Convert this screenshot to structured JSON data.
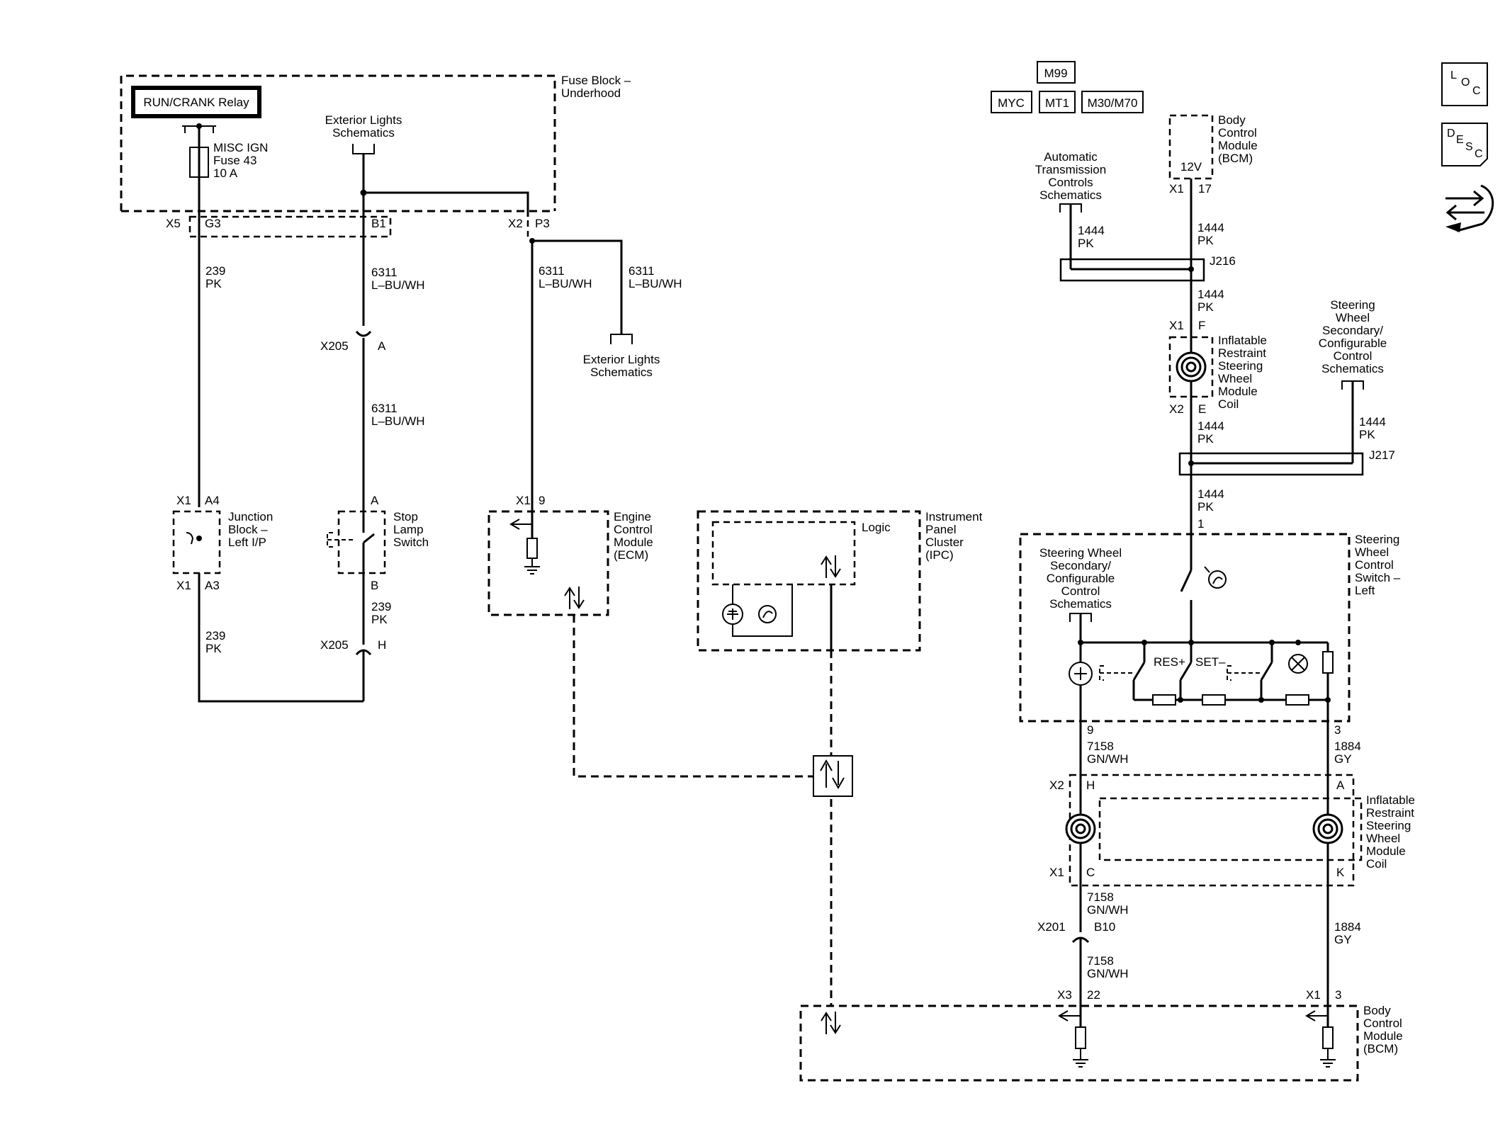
{
  "options": [
    "M99",
    "MYC",
    "MT1",
    "M30/M70"
  ],
  "legend_icons": {
    "loc": [
      "L",
      "O",
      "C"
    ],
    "desc": [
      "D",
      "E",
      "S",
      "C"
    ],
    "service_icon": "wrench-arrows-icon"
  },
  "fuse_block": {
    "title": [
      "Fuse Block –",
      "Underhood"
    ],
    "relay": "RUN/CRANK Relay",
    "fuse": [
      "MISC IGN",
      "Fuse 43",
      "10 A"
    ],
    "ext_lights_top": [
      "Exterior Lights",
      "Schematics"
    ],
    "conn_x5": "X5",
    "pin_g3": "G3",
    "pin_b1": "B1",
    "conn_x2": "X2",
    "pin_p3": "P3"
  },
  "wires": {
    "w239a": [
      "239",
      "PK"
    ],
    "w6311a": [
      "6311",
      "L–BU/WH"
    ],
    "w6311b": [
      "6311",
      "L–BU/WH"
    ],
    "w6311c": [
      "6311",
      "L–BU/WH"
    ],
    "w6311d": [
      "6311",
      "L–BU/WH"
    ],
    "w239b": [
      "239",
      "PK"
    ],
    "w239c": [
      "239",
      "PK"
    ],
    "w1444a": [
      "1444",
      "PK"
    ],
    "w1444b": [
      "1444",
      "PK"
    ],
    "w1444c": [
      "1444",
      "PK"
    ],
    "w1444d": [
      "1444",
      "PK"
    ],
    "w1444e": [
      "1444",
      "PK"
    ],
    "w1444f": [
      "1444",
      "PK"
    ],
    "w7158a": [
      "7158",
      "GN/WH"
    ],
    "w7158b": [
      "7158",
      "GN/WH"
    ],
    "w7158c": [
      "7158",
      "GN/WH"
    ],
    "w1884a": [
      "1884",
      "GY"
    ],
    "w1884b": [
      "1884",
      "GY"
    ]
  },
  "ext_lights_right": [
    "Exterior Lights",
    "Schematics"
  ],
  "x205a": {
    "conn": "X205",
    "pin": "A"
  },
  "x205h": {
    "conn": "X205",
    "pin": "H"
  },
  "junction_block": {
    "label": [
      "Junction",
      "Block –",
      "Left I/P"
    ],
    "x1a": "X1",
    "a4": "A4",
    "x1b": "X1",
    "a3": "A3"
  },
  "stop_lamp": {
    "label": [
      "Stop",
      "Lamp",
      "Switch"
    ],
    "pin_a": "A",
    "pin_b": "B"
  },
  "ecm": {
    "label": [
      "Engine",
      "Control",
      "Module",
      "(ECM)"
    ],
    "conn": "X1",
    "pin": "9"
  },
  "ipc": {
    "label": [
      "Instrument",
      "Panel",
      "Cluster",
      "(IPC)"
    ],
    "logic": "Logic"
  },
  "bcm_top": {
    "label": [
      "Body",
      "Control",
      "Module",
      "(BCM)"
    ],
    "voltage": "12V",
    "conn": "X1",
    "pin": "17"
  },
  "atc": [
    "Automatic",
    "Transmission",
    "Controls",
    "Schematics"
  ],
  "j216": "J216",
  "j217": "J217",
  "coil_top": {
    "label": [
      "Inflatable",
      "Restraint",
      "Steering",
      "Wheel",
      "Module",
      "Coil"
    ],
    "x1": "X1",
    "f": "F",
    "x2": "X2",
    "e": "E"
  },
  "swsc_right": [
    "Steering",
    "Wheel",
    "Secondary/",
    "Configurable",
    "Control",
    "Schematics"
  ],
  "sw_switch": {
    "label": [
      "Steering",
      "Wheel",
      "Control",
      "Switch –",
      "Left"
    ],
    "inner": [
      "Steering Wheel",
      "Secondary/",
      "Configurable",
      "Control",
      "Schematics"
    ],
    "res": "RES+",
    "set": "SET–",
    "pin_1": "1",
    "pin_9": "9",
    "pin_3": "3"
  },
  "coil_bottom": {
    "label": [
      "Inflatable",
      "Restraint",
      "Steering",
      "Wheel",
      "Module",
      "Coil"
    ],
    "x2": "X2",
    "h": "H",
    "a": "A",
    "x1": "X1",
    "c": "C",
    "k": "K"
  },
  "x201": {
    "conn": "X201",
    "pin": "B10"
  },
  "bcm_bottom": {
    "label": [
      "Body",
      "Control",
      "Module",
      "(BCM)"
    ],
    "x3": "X3",
    "p22": "22",
    "x1": "X1",
    "p3": "3"
  }
}
